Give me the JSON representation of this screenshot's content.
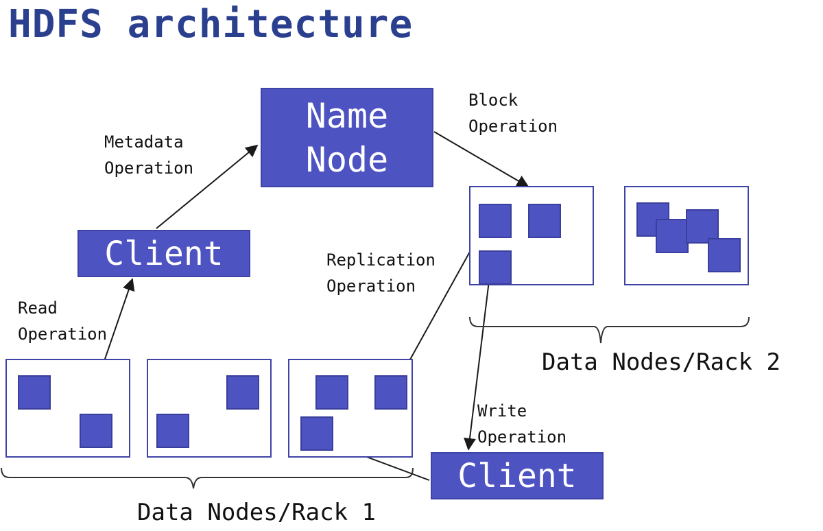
{
  "title": "HDFS architecture",
  "colors": {
    "title": "#2b3f8f",
    "box_fill": "#4e53c2",
    "box_border": "#3f43a6",
    "text": "#111111",
    "arrow": "#1a1a1a"
  },
  "name_node": {
    "label": "Name\nNode"
  },
  "client_top": {
    "label": "Client"
  },
  "client_bottom": {
    "label": "Client"
  },
  "operations": {
    "metadata": [
      "Metadata",
      "Operation"
    ],
    "block": [
      "Block",
      "Operation"
    ],
    "replication": [
      "Replication",
      "Operation"
    ],
    "read": [
      "Read",
      "Operation"
    ],
    "write": [
      "Write",
      "Operation"
    ]
  },
  "rack1": {
    "label": "Data Nodes/Rack 1"
  },
  "rack2": {
    "label": "Data Nodes/Rack 2"
  }
}
